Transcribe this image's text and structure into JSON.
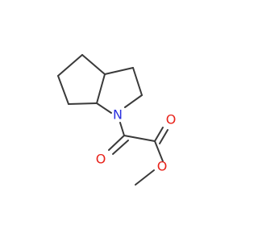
{
  "structure": {
    "atoms": {
      "nitrogen": {
        "symbol": "N",
        "color": "#2a2fe0"
      },
      "ketone_oxygen": {
        "symbol": "O",
        "color": "#e8221a"
      },
      "ester_carbonyl_oxygen": {
        "symbol": "O",
        "color": "#e8221a"
      },
      "ester_ether_oxygen": {
        "symbol": "O",
        "color": "#e8221a"
      }
    },
    "bond_color": "#3a3a3a",
    "background_color": "#ffffff"
  }
}
